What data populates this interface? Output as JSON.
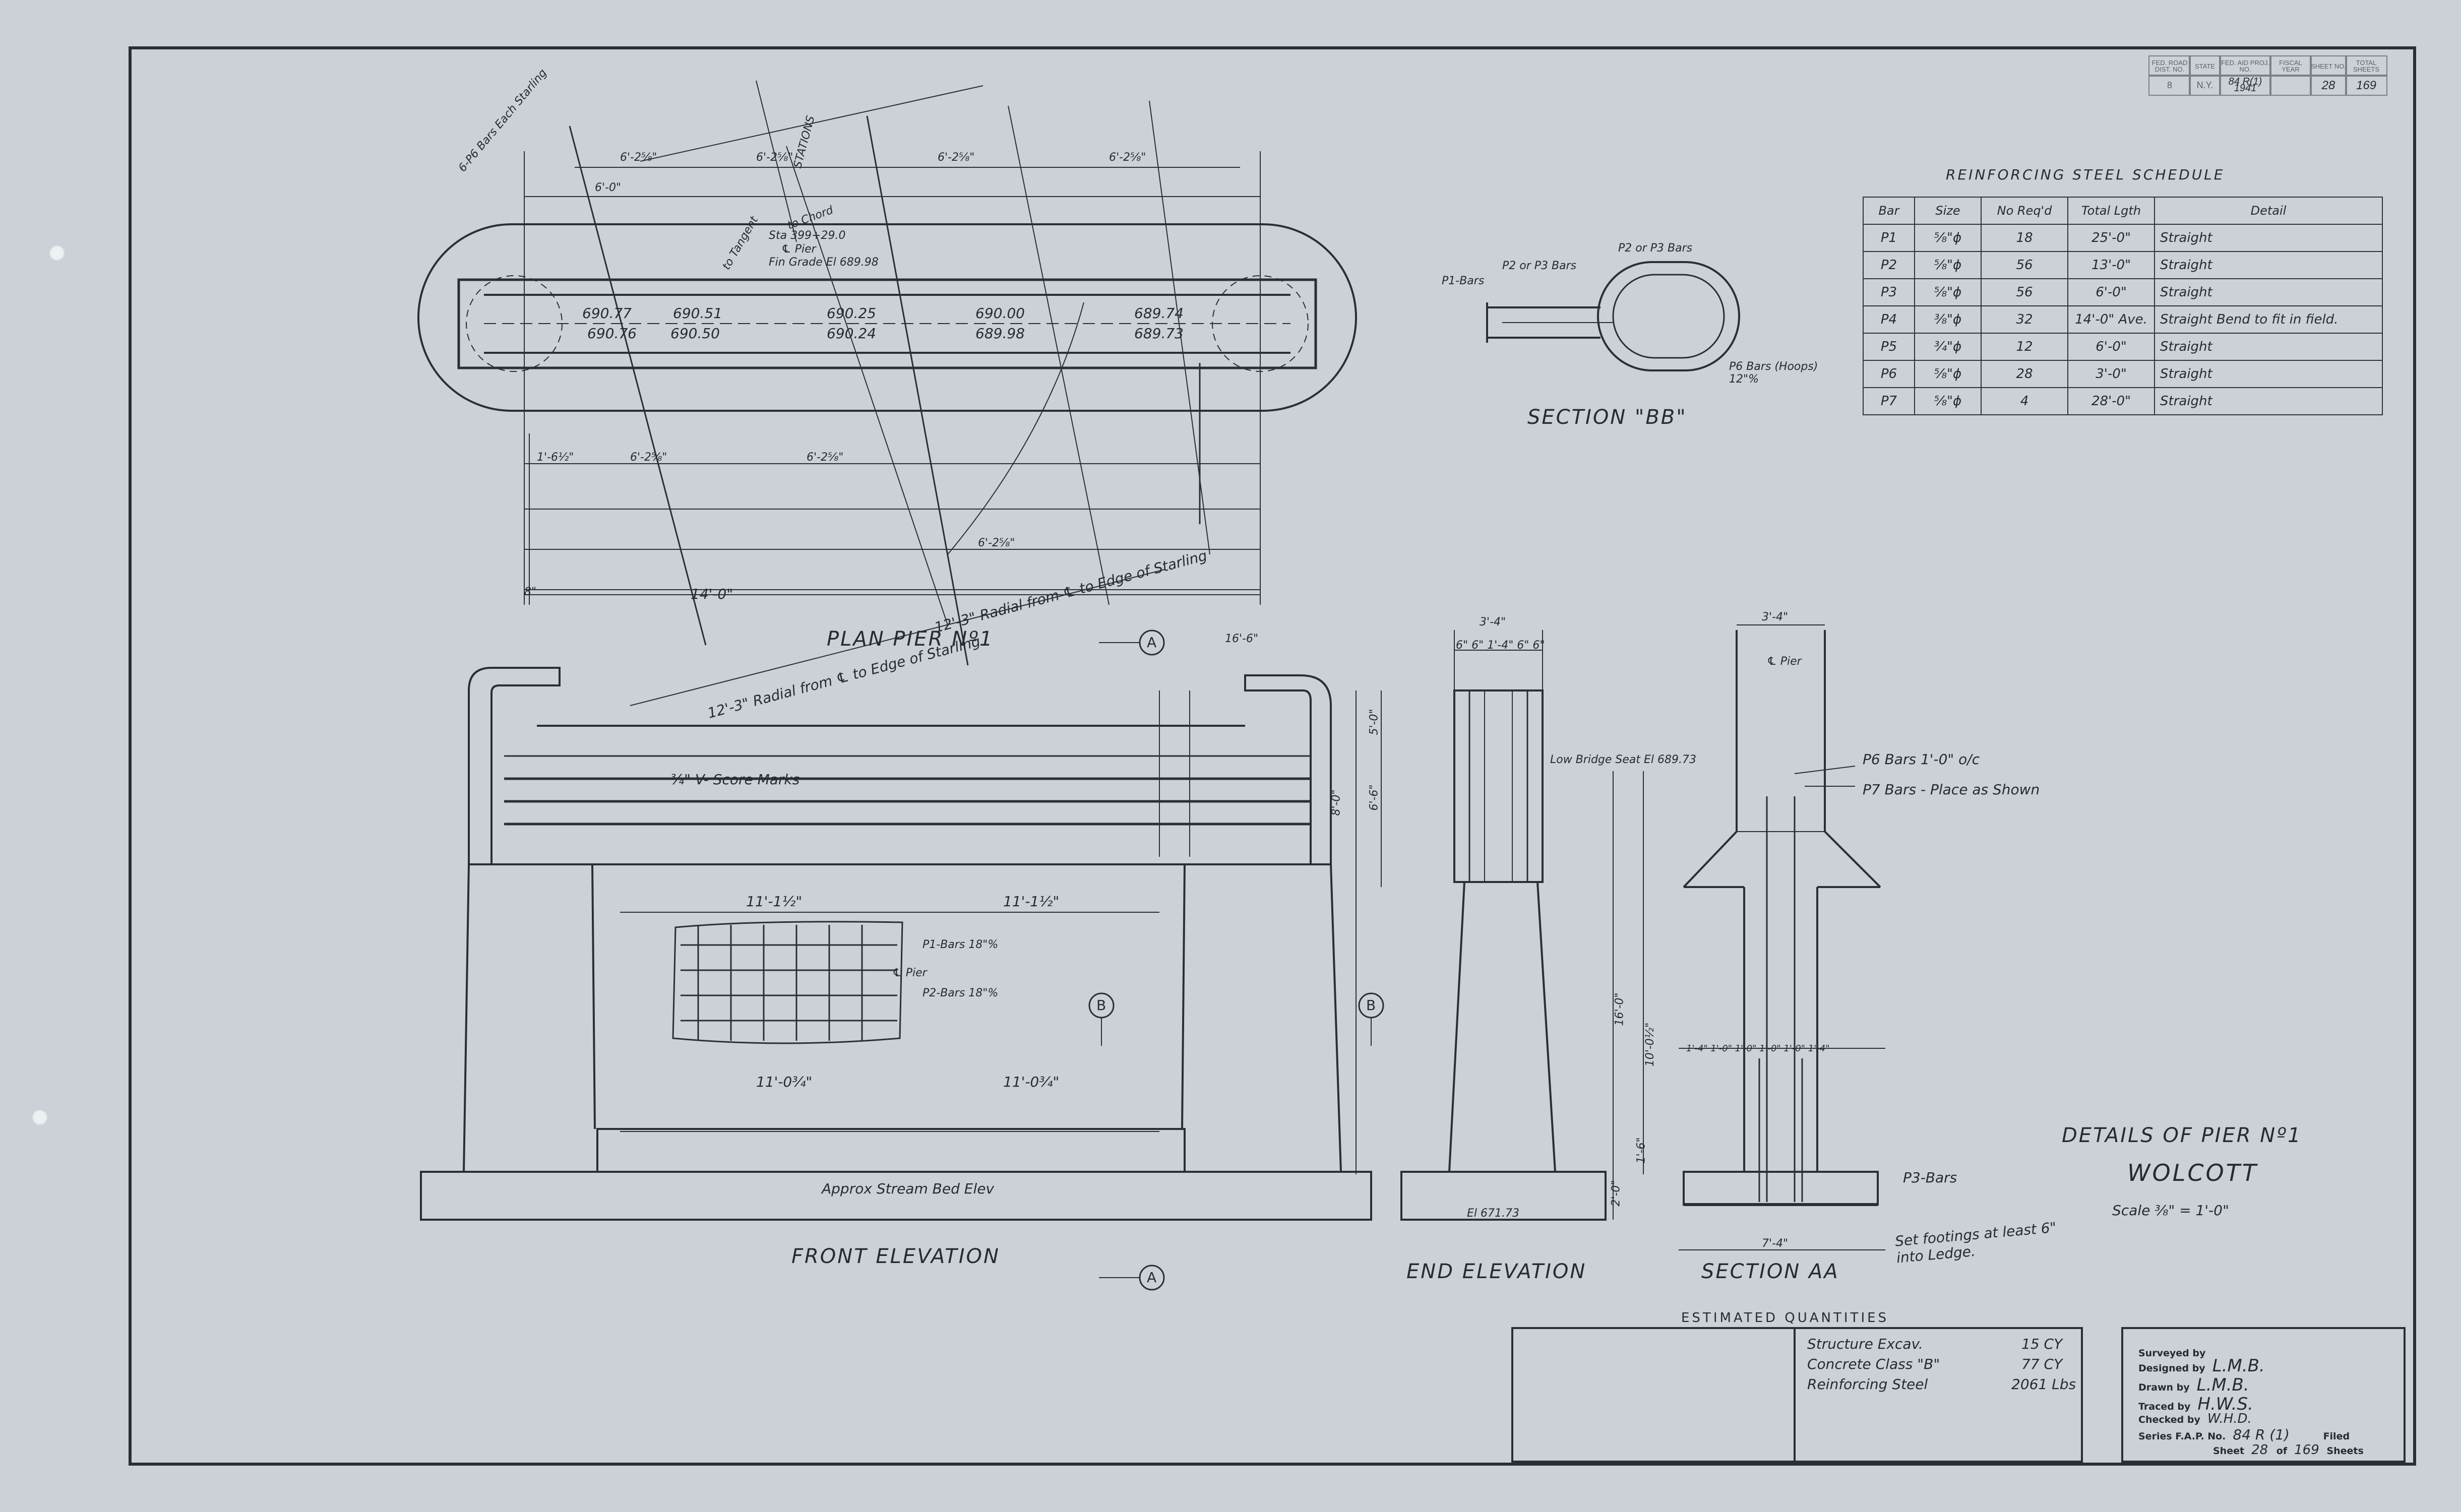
{
  "colors": {
    "paper": "#ccd1d7",
    "ink": "#2a2e35"
  },
  "stamp": {
    "headers": [
      "FED. ROAD DIST. NO.",
      "STATE",
      "FED. AID PROJ. NO.",
      "FISCAL YEAR",
      "SHEET NO.",
      "TOTAL SHEETS"
    ],
    "values": [
      "8",
      "N.Y.",
      "84 R(1) 1941",
      "",
      "28",
      "169"
    ]
  },
  "plan": {
    "title": "PLAN PIER Nº1",
    "bars_note": "6-P6 Bars Each Starling",
    "station": "Sta 399+29.0",
    "pier_cl": "℄ Pier",
    "fin_grade": "Fin Grade El 689.98",
    "elev_row1": [
      "690.77",
      "690.51",
      "690.25",
      "690.00",
      "689.74"
    ],
    "elev_row2": [
      "690.76",
      "690.50",
      "690.24",
      "689.98",
      "689.73"
    ],
    "top_dims": [
      "6'-2⅝\"",
      "6'-2⅝\"",
      "6'-2⅝\"",
      "6'-2⅝\""
    ],
    "bottom_dims": [
      "6'-2⅝\"",
      "6'-2⅝\"",
      "6'-2⅝\""
    ],
    "six_ft": "6'-0\"",
    "overall": "14'-0\"",
    "left_dim": "1'-6½\"",
    "eight_in": "8\"",
    "radial_1": "12'-3\" Radial from ℄ to Edge of Starling",
    "radial_2": "12'-3\" Radial from ℄ to Edge of Starling",
    "chord": "to Chord",
    "tangent": "to Tangent",
    "stations": "STATIONS"
  },
  "section_bb": {
    "title": "SECTION \"BB\"",
    "p1": "P1-Bars",
    "p2p3_left": "P2 or P3 Bars",
    "p2p3_right": "P2 or P3 Bars",
    "p6": "P6 Bars (Hoops) 12\"%"
  },
  "schedule": {
    "title": "REINFORCING STEEL SCHEDULE",
    "headers": [
      "Bar",
      "Size",
      "No Req'd",
      "Total Lgth",
      "Detail"
    ],
    "rows": [
      [
        "P1",
        "⅝\"ϕ",
        "18",
        "25'-0\"",
        "Straight"
      ],
      [
        "P2",
        "⅝\"ϕ",
        "56",
        "13'-0\"",
        "Straight"
      ],
      [
        "P3",
        "⅝\"ϕ",
        "56",
        "6'-0\"",
        "Straight"
      ],
      [
        "P4",
        "⅜\"ϕ",
        "32",
        "14'-0\" Ave.",
        "Straight Bend to fit in field."
      ],
      [
        "P5",
        "¾\"ϕ",
        "12",
        "6'-0\"",
        "Straight"
      ],
      [
        "P6",
        "⅝\"ϕ",
        "28",
        "3'-0\"",
        "Straight"
      ],
      [
        "P7",
        "⅝\"ϕ",
        "4",
        "28'-0\"",
        "Straight"
      ]
    ]
  },
  "front": {
    "title": "FRONT ELEVATION",
    "score": "¾\" V- Score Marks",
    "p1bars": "P1-Bars 18\"%",
    "pier": "℄ Pier",
    "p2bars": "P2-Bars 18\"%",
    "dim_top_l": "11'-1½\"",
    "dim_top_r": "11'-1½\"",
    "dim_bot_l": "11'-0¾\"",
    "dim_bot_r": "11'-0¾\"",
    "stream": "Approx Stream Bed Elev",
    "sec_a": "A",
    "sec_b": "B",
    "dims_right": [
      "5'-0\"",
      "8'-0\"",
      "6'-6\"",
      "16'-6\""
    ]
  },
  "end": {
    "title": "END ELEVATION",
    "top_dim": "3'-4\"",
    "sub_dims": "6\" 6\" 1'-4\" 6\" 6\"",
    "bridge_seat": "Low Bridge Seat El 689.73",
    "el": "El 671.73",
    "dims": [
      "16'-0\"",
      "10'-0½\"",
      "1'-6\"",
      "2'-0\""
    ]
  },
  "section_aa": {
    "title": "SECTION AA",
    "top_dim": "3'-4\"",
    "pier": "℄ Pier",
    "p6": "P6 Bars 1'-0\" o/c",
    "p7": "P7 Bars - Place as Shown",
    "p3": "P3-Bars",
    "footing_note": "Set footings at least 6\" into Ledge.",
    "width": "7'-4\"",
    "dims": "1'-4\" 1'-0\" 1'-0\" 1'-0\" 1'-0\" 1'-4\""
  },
  "details": {
    "title": "DETAILS OF PIER Nº1",
    "name": "WOLCOTT",
    "scale": "Scale ⅜\" = 1'-0\""
  },
  "quantities": {
    "title": "ESTIMATED QUANTITIES",
    "items": [
      {
        "label": "Structure Excav.",
        "value": "15 CY"
      },
      {
        "label": "Concrete Class \"B\"",
        "value": "77 CY"
      },
      {
        "label": "Reinforcing Steel",
        "value": "2061 Lbs"
      }
    ]
  },
  "title_block": {
    "surveyed_label": "Surveyed by",
    "surveyed": "",
    "designed_label": "Designed by",
    "designed": "L.M.B.",
    "drawn_label": "Drawn by",
    "drawn": "L.M.B.",
    "traced_label": "Traced by",
    "traced": "H.W.S.",
    "checked_label": "Checked by",
    "checked": "W.H.D.",
    "series_label": "Series F.A.P. No.",
    "series": "84 R (1)",
    "filed": "Filed",
    "sheet_label": "Sheet",
    "sheet": "28",
    "of_label": "of",
    "total": "169",
    "sheets_label": "Sheets"
  }
}
